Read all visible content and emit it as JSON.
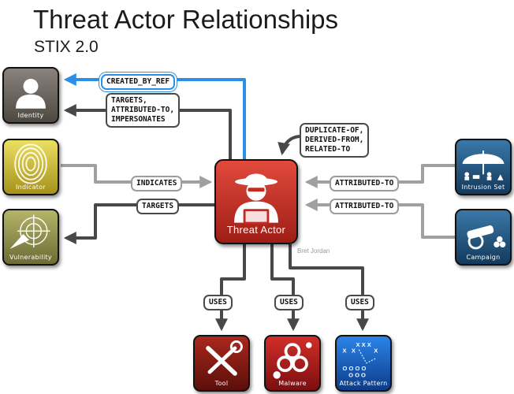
{
  "header": {
    "title": "Threat Actor Relationships",
    "subtitle": "STIX 2.0"
  },
  "credit": "Bret Jordan",
  "nodes": {
    "identity": {
      "label": "Identity",
      "color": "#6e6660"
    },
    "indicator": {
      "label": "Indicator",
      "color": "#c8b418"
    },
    "vulnerability": {
      "label": "Vulnerability",
      "color": "#8f8f4a"
    },
    "threat_actor": {
      "label": "Threat Actor",
      "color": "#c42a22"
    },
    "intrusion_set": {
      "label": "Intrusion Set",
      "color": "#1c4f7a"
    },
    "campaign": {
      "label": "Campaign",
      "color": "#1c4f7a"
    },
    "tool": {
      "label": "Tool",
      "color": "#8a1a14"
    },
    "malware": {
      "label": "Malware",
      "color": "#a8161a"
    },
    "attack_pattern": {
      "label": "Attack Pattern",
      "color": "#1660c2"
    }
  },
  "relationships": {
    "created_by_ref": "CREATED_BY_REF",
    "targets_identity": "TARGETS,\nATTRIBUTED-TO,\nIMPERSONATES",
    "self_ref": "DUPLICATE-OF,\nDERIVED-FROM,\nRELATED-TO",
    "indicates": "INDICATES",
    "targets_vuln": "TARGETS",
    "attributed_intrusion": "ATTRIBUTED-TO",
    "attributed_campaign": "ATTRIBUTED-TO",
    "uses_tool": "USES",
    "uses_malware": "USES",
    "uses_attack": "USES"
  },
  "colors": {
    "dark_line": "#484848",
    "grey_line": "#a0a0a0",
    "blue_line": "#2c8fe6"
  }
}
